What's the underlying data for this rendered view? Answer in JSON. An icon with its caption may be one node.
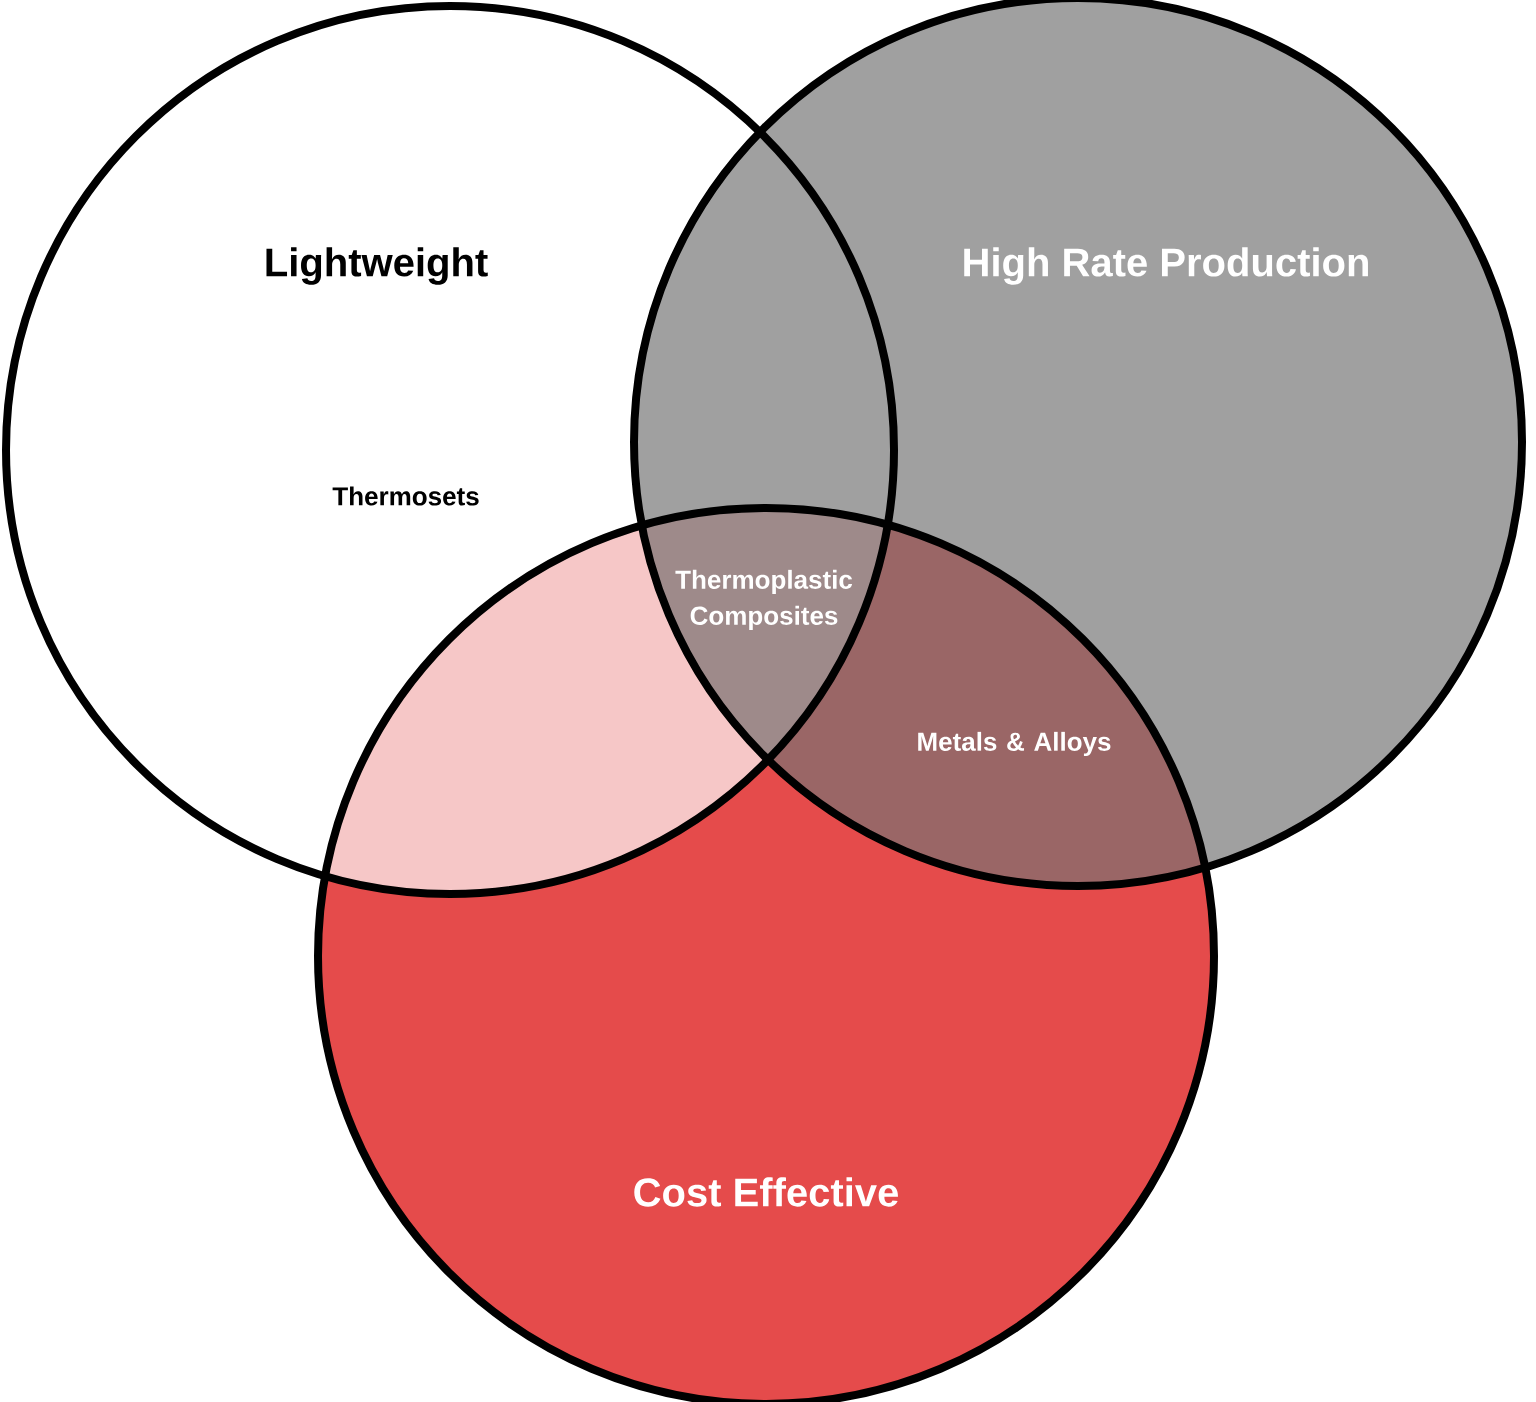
{
  "diagram": {
    "nodes": [
      {
        "text": [
          "Lightweight",
          "Thermosets"
        ]
      },
      {
        "text": [
          "High Rate Production"
        ]
      },
      {
        "text": [
          "Cost Effective"
        ]
      }
    ],
    "labels": [
      "Thermoplastic Composites",
      "Metals & Alloys"
    ]
  }
}
